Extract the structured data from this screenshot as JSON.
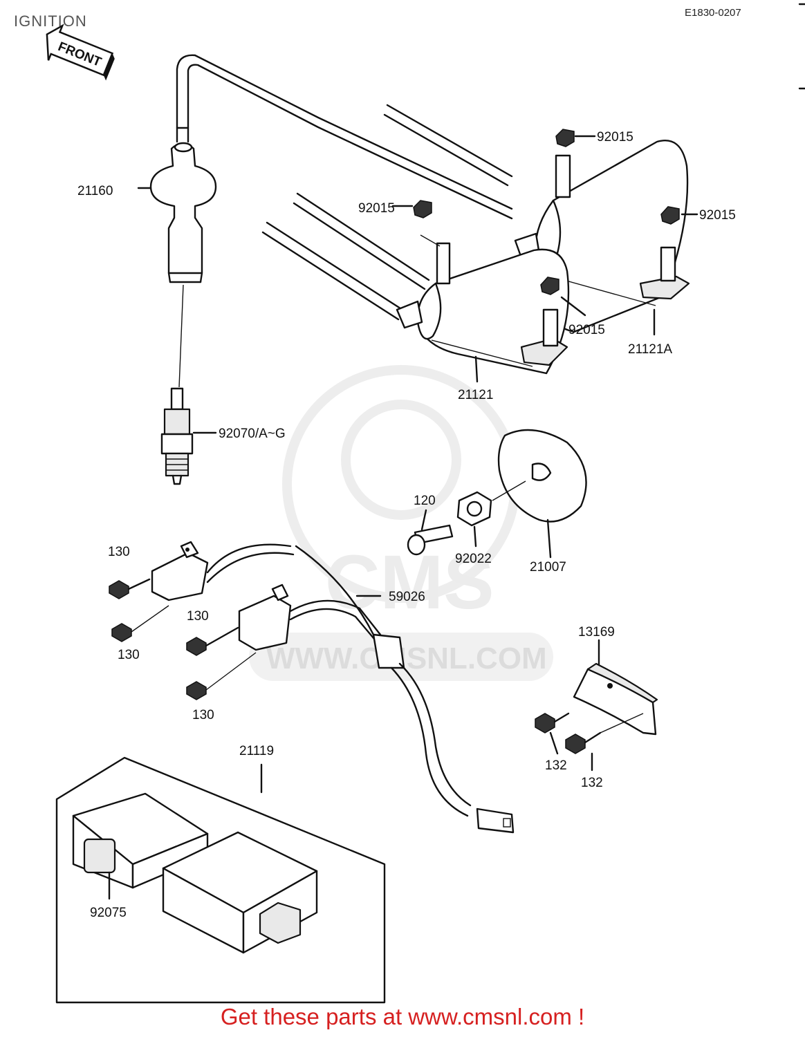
{
  "header": {
    "title": "IGNITION",
    "diagram_code": "E1830-0207",
    "front_arrow_label": "FRONT"
  },
  "watermark": {
    "brand": "CMS",
    "url": "WWW.CMSNL.COM"
  },
  "callouts": {
    "c21160": "21160",
    "c92015_top": "92015",
    "c92015_right": "92015",
    "c92015_left": "92015",
    "c92015_mid": "92015",
    "c21121A": "21121A",
    "c21121": "21121",
    "c92070": "92070/A~G",
    "c120": "120",
    "c92022": "92022",
    "c21007": "21007",
    "c130_a": "130",
    "c130_b": "130",
    "c130_c": "130",
    "c130_d": "130",
    "c59026": "59026",
    "c13169": "13169",
    "c132_a": "132",
    "c132_b": "132",
    "c21119": "21119",
    "c92075": "92075"
  },
  "footer": {
    "promo": "Get these parts at www.cmsnl.com !"
  }
}
